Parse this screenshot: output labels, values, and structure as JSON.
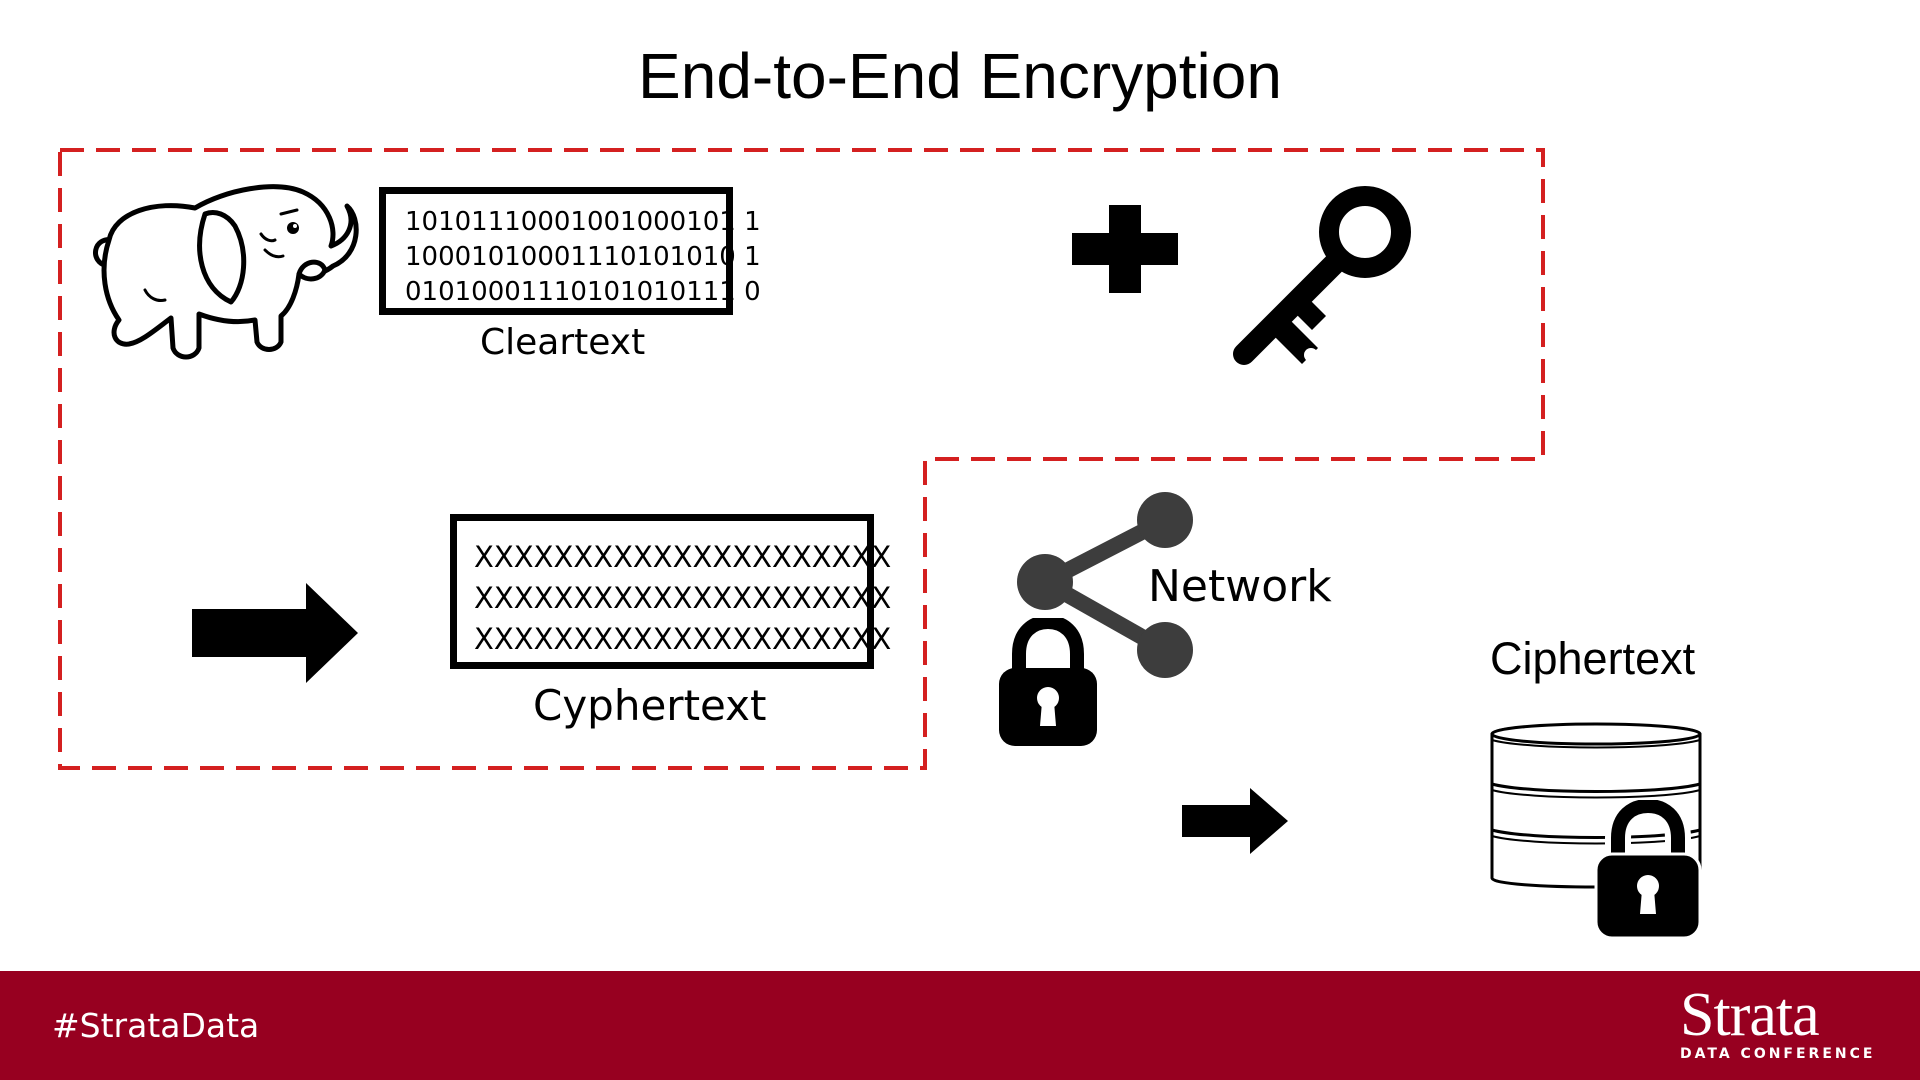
{
  "slide": {
    "title": "End-to-End Encryption"
  },
  "cleartext": {
    "lines": [
      "10101110001001000101 1",
      "10001010001110101010 1",
      "01010001110101010111 0"
    ],
    "caption": "Cleartext"
  },
  "cyphertext": {
    "lines": [
      "XXXXXXXXXXXXXXXXXXXXX",
      "XXXXXXXXXXXXXXXXXXXXX",
      "XXXXXXXXXXXXXXXXXXXXX"
    ],
    "caption": "Cyphertext"
  },
  "network": {
    "label": "Network"
  },
  "storage": {
    "label": "Ciphertext"
  },
  "footer": {
    "hashtag": "#StrataData",
    "brand_name": "Strata",
    "brand_subtitle": "DATA CONFERENCE"
  },
  "colors": {
    "boundary_dashed": "#d42020",
    "footer_bg": "#970020",
    "network_node": "#3d3d3d",
    "ink": "#000000"
  },
  "icons": {
    "elephant": "hadoop-elephant-icon",
    "plus": "plus-icon",
    "key": "key-icon",
    "arrow": "arrow-right-icon",
    "share": "share-network-icon",
    "lock": "padlock-icon",
    "database": "database-icon"
  }
}
